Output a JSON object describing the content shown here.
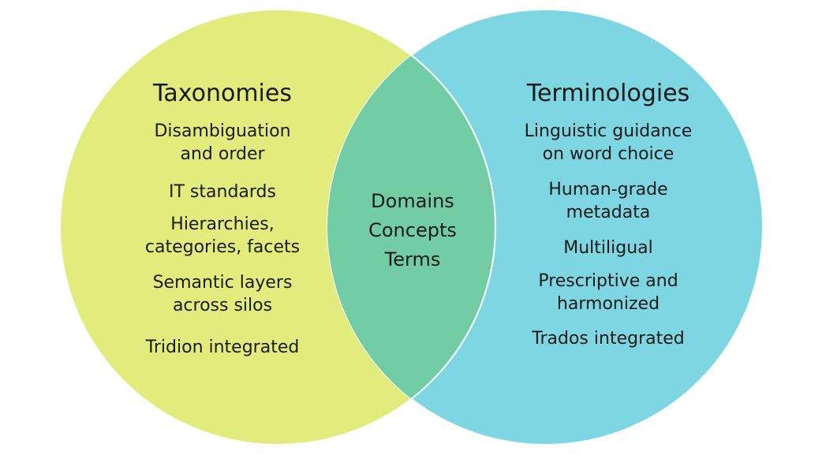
{
  "colors": {
    "left_circle": "#e2ec7d",
    "right_circle": "#7dd6e2",
    "overlap": "#72cda5",
    "text": "#1a1a1a",
    "outline": "#ffffff"
  },
  "left": {
    "title": "Taxonomies",
    "items": [
      [
        "Disambiguation",
        "and order"
      ],
      [
        "IT standards"
      ],
      [
        "Hierarchies,",
        "categories, facets"
      ],
      [
        "Semantic layers",
        "across silos"
      ],
      [
        "Tridion integrated"
      ]
    ]
  },
  "center": {
    "items": [
      "Domains",
      "Concepts",
      "Terms"
    ]
  },
  "right": {
    "title": "Terminologies",
    "items": [
      [
        "Linguistic guidance",
        "on word choice"
      ],
      [
        "Human-grade",
        "metadata"
      ],
      [
        "Multiligual"
      ],
      [
        "Prescriptive and",
        "harmonized"
      ],
      [
        "Trados integrated"
      ]
    ]
  }
}
